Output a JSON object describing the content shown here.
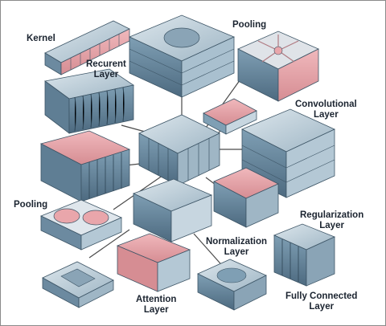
{
  "labels": {
    "kernel": "Kernel",
    "recurrent": [
      "Recurent",
      "Layer"
    ],
    "pooling_top": "Pooling",
    "convolutional": [
      "Convolutional",
      "Layer"
    ],
    "pooling_left": "Pooling",
    "regularization": [
      "Regularization",
      "Layer"
    ],
    "normalization": [
      "Normalization",
      "Layer"
    ],
    "fully_connected": [
      "Fully Connected",
      "Layer"
    ],
    "attention": [
      "Attention",
      "Layer"
    ]
  },
  "colors": {
    "block_blue": "#7f9fb4",
    "block_dark": "#4d6a80",
    "block_light": "#c7d6e0",
    "block_pink": "#e9a6ab",
    "connector": "#4a4a4a",
    "text": "#1b2430"
  }
}
